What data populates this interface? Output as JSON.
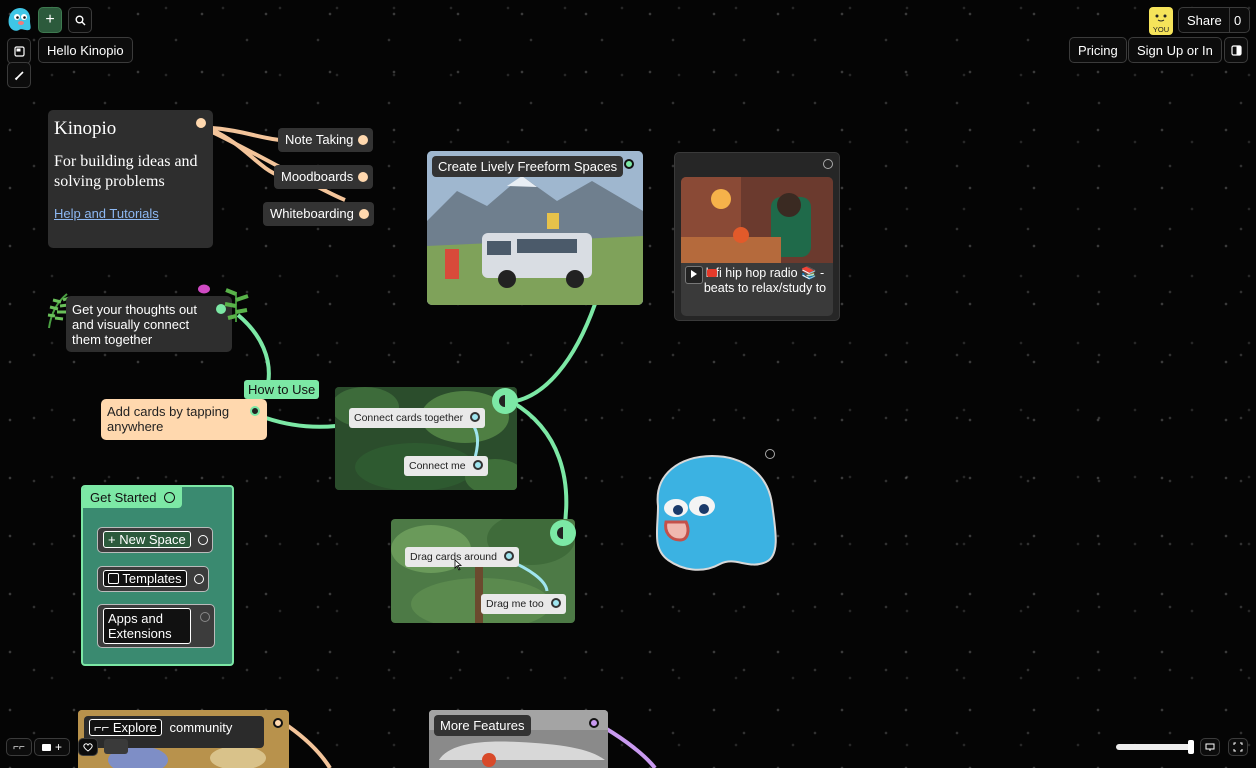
{
  "app": {
    "space_name": "Hello Kinopio"
  },
  "header": {
    "pricing": "Pricing",
    "signup": "Sign Up or In",
    "share": "Share",
    "share_count": "0",
    "you_label": "YOU"
  },
  "cards": {
    "kinopio": {
      "title": "Kinopio",
      "tagline": "For building ideas and solving problems",
      "link": "Help and Tutorials"
    },
    "note_taking": "Note Taking",
    "moodboards": "Moodboards",
    "whiteboarding": "Whiteboarding",
    "freeform": "Create Lively Freeform Spaces",
    "lofi": "lofi hip hop radio 📚 - beats to relax/study to",
    "thoughts": "Get your thoughts out and visually connect them together",
    "how_to_use": "How to Use",
    "add_cards": "Add cards by tapping anywhere",
    "connect_together": "Connect cards together",
    "connect_me": "Connect me",
    "drag_around": "Drag cards around",
    "drag_me": "Drag me too",
    "get_started": "Get Started",
    "new_space": "New Space",
    "templates": "Templates",
    "apps_ext": "Apps and Extensions",
    "explore": "Explore",
    "explore_rest": "community",
    "more_features": "More Features"
  },
  "colors": {
    "accent_green": "#7ce8a5",
    "peach": "#ffd8ae",
    "teal_box": "#3a8a70",
    "orange_line": "#f3c49a",
    "purple_line": "#c99af0",
    "connect_blue": "#9fe5ef"
  }
}
